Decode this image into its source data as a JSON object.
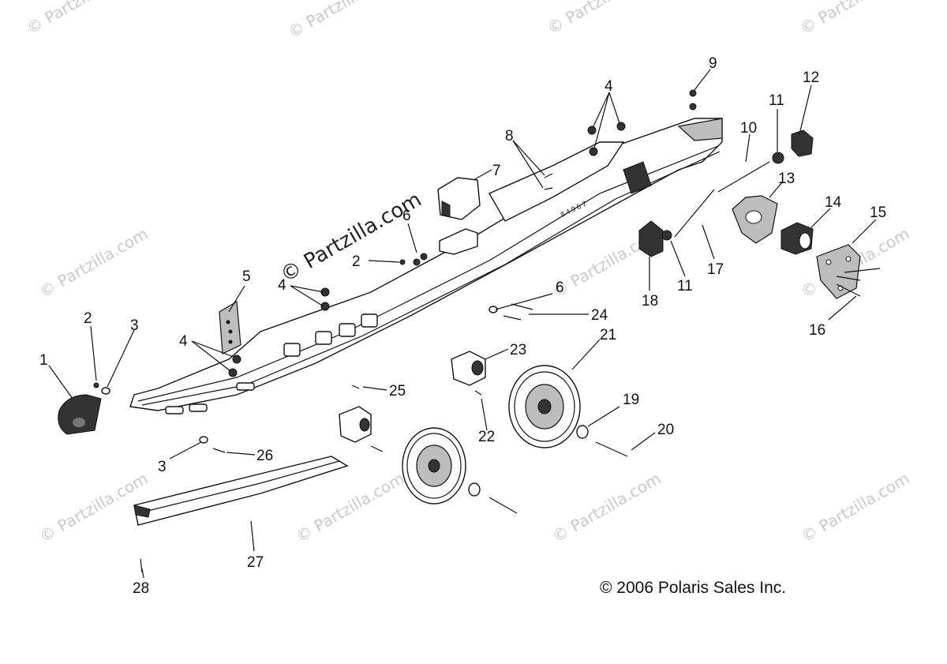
{
  "watermark": {
    "text": "© Partzilla.com",
    "center_text": "© Partzilla.com"
  },
  "copyright": "© 2006 Polaris Sales Inc.",
  "callouts": {
    "c1": "1",
    "c2a": "2",
    "c2b": "2",
    "c3a": "3",
    "c3b": "3",
    "c4a": "4",
    "c4b": "4",
    "c4c": "4",
    "c5": "5",
    "c6a": "6",
    "c6b": "6",
    "c7": "7",
    "c8": "8",
    "c9": "9",
    "c10": "10",
    "c11a": "11",
    "c11b": "11",
    "c12": "12",
    "c13": "13",
    "c14": "14",
    "c15": "15",
    "c16": "16",
    "c17": "17",
    "c18": "18",
    "c19": "19",
    "c20": "20",
    "c21": "21",
    "c22": "22",
    "c23": "23",
    "c24": "24",
    "c25": "25",
    "c26": "26",
    "c27": "27",
    "c28": "28"
  },
  "rail_stamp": "8 4 9 6 7"
}
